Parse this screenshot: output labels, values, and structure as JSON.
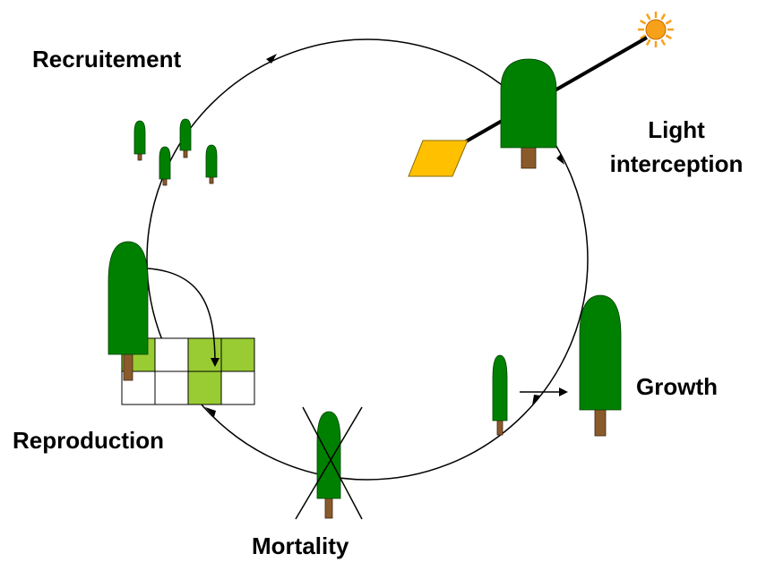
{
  "labels": {
    "recruitement": "Recruitement",
    "light_interception": "Light\ninterception",
    "growth": "Growth",
    "mortality": "Mortality",
    "reproduction": "Reproduction"
  },
  "colors": {
    "tree_crown": "#008000",
    "tree_trunk": "#8B5A2B",
    "cycle_line": "#000000",
    "sun": "#F7A11A",
    "leaf_patch": "#FFC000",
    "grid_fill": "#99CC33",
    "background": "#FFFFFF"
  },
  "grid": {
    "rows": 2,
    "cols": 4,
    "filled": [
      [
        true,
        false,
        true,
        true
      ],
      [
        false,
        false,
        true,
        false
      ]
    ]
  }
}
